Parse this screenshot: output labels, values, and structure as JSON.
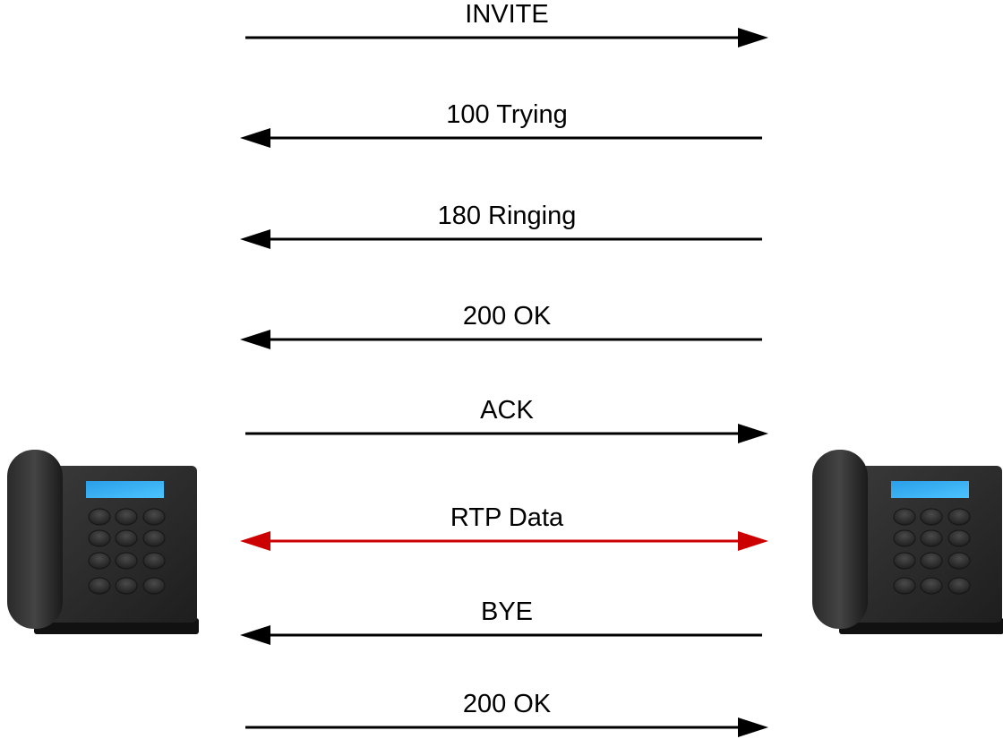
{
  "diagram": {
    "type": "sip-call-flow",
    "endpoints": [
      {
        "icon": "desk-phone-icon",
        "side": "left"
      },
      {
        "icon": "desk-phone-icon",
        "side": "right"
      }
    ],
    "messages": [
      {
        "label": "INVITE",
        "direction": "right",
        "color": "#000000"
      },
      {
        "label": "100 Trying",
        "direction": "left",
        "color": "#000000"
      },
      {
        "label": "180 Ringing",
        "direction": "left",
        "color": "#000000"
      },
      {
        "label": "200 OK",
        "direction": "left",
        "color": "#000000"
      },
      {
        "label": "ACK",
        "direction": "right",
        "color": "#000000"
      },
      {
        "label": "RTP Data",
        "direction": "both",
        "color": "#cc0000"
      },
      {
        "label": "BYE",
        "direction": "left",
        "color": "#000000"
      },
      {
        "label": "200 OK",
        "direction": "right",
        "color": "#000000"
      }
    ]
  }
}
